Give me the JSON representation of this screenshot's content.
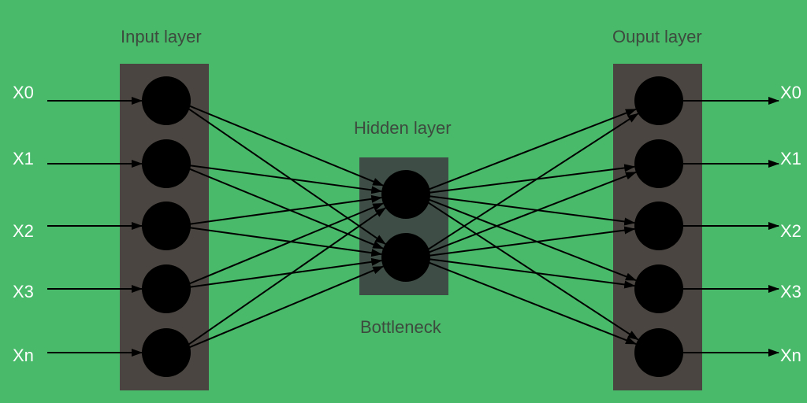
{
  "labels": {
    "input_layer": "Input layer",
    "hidden_layer": "Hidden layer",
    "output_layer": "Ouput layer",
    "bottleneck": "Bottleneck"
  },
  "inputs": [
    "X0",
    "X1",
    "X2",
    "X3",
    "Xn"
  ],
  "outputs": [
    "X0",
    "X1",
    "X2",
    "X3",
    "Xn"
  ],
  "colors": {
    "background": "#49b96a",
    "layer_panel": "#4a4540",
    "hidden_panel": "#3e4d45",
    "node": "#000000",
    "edge": "#000000",
    "io_text": "#ffffff",
    "title_text": "#3d4a3e"
  },
  "network": {
    "input_nodes": 5,
    "hidden_nodes": 2,
    "output_nodes": 5
  }
}
